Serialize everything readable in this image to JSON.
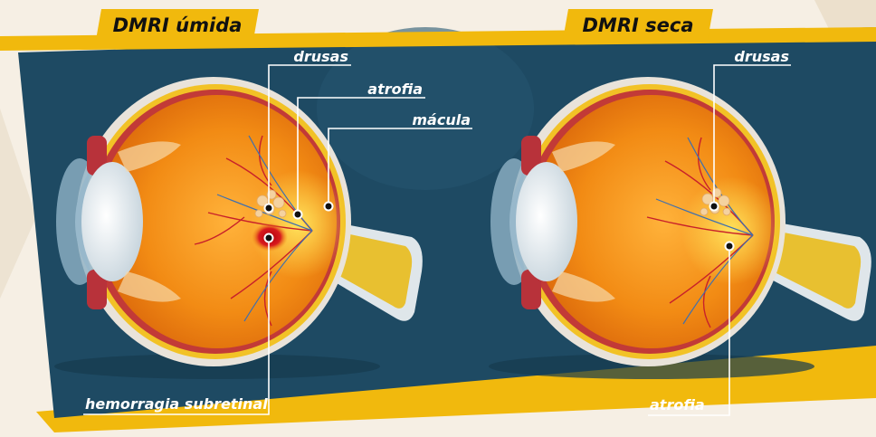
{
  "titles": {
    "wet": "DMRI úmida",
    "dry": "DMRI seca"
  },
  "wet_labels": {
    "drusas": "drusas",
    "atrofia": "atrofia",
    "macula": "mácula",
    "hemorragia": "hemorragia subretinal"
  },
  "dry_labels": {
    "drusas": "drusas",
    "atrofia": "atrofia"
  },
  "colors": {
    "panel": "#1e4a63",
    "ribbon": "#f1b90d",
    "background": "#f6efe4",
    "eyeball": "#f08a12",
    "sclera": "#efe3d3",
    "choroid": "#c23a37",
    "lens": "#dfe8ee",
    "nerve": "#e8c030",
    "hemorrhage": "#c8181c",
    "drusen": "#f4d2a0"
  }
}
